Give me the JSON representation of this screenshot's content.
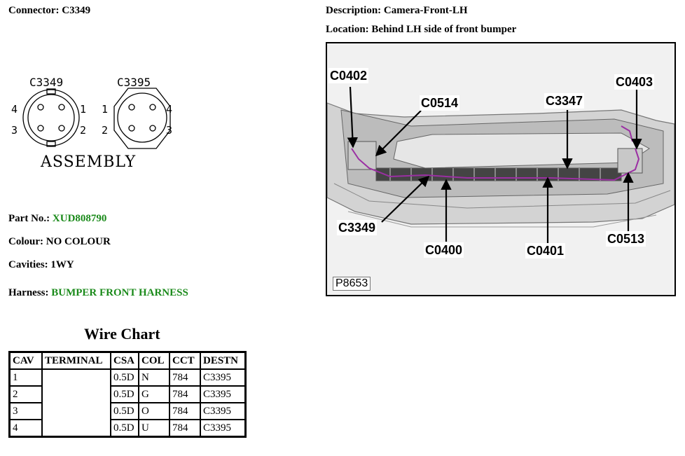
{
  "header": {
    "connector_label": "Connector:",
    "connector_value": "C3349",
    "description_label": "Description:",
    "description_value": "Camera-Front-LH",
    "location_label": "Location:",
    "location_value": "Behind LH side of front bumper"
  },
  "diagram": {
    "left_connector": "C3349",
    "right_connector": "C3395",
    "left_pins": [
      "4",
      "1",
      "3",
      "2"
    ],
    "right_pins": [
      "1",
      "4",
      "2",
      "3"
    ],
    "assembly_text": "ASSEMBLY"
  },
  "details": {
    "part_no_label": "Part No.:",
    "part_no_value": "XUD808790",
    "colour_label": "Colour:",
    "colour_value": "NO COLOUR",
    "cavities_label": "Cavities:",
    "cavities_value": "1WY",
    "harness_label": "Harness:",
    "harness_value": "BUMPER FRONT HARNESS"
  },
  "wire_chart": {
    "title": "Wire Chart",
    "headers": [
      "CAV",
      "TERMINAL",
      "CSA",
      "COL",
      "CCT",
      "DESTN"
    ],
    "rows": [
      {
        "cav": "1",
        "csa": "0.5D",
        "col": "N",
        "cct": "784",
        "destn": "C3395"
      },
      {
        "cav": "2",
        "csa": "0.5D",
        "col": "G",
        "cct": "784",
        "destn": "C3395"
      },
      {
        "cav": "3",
        "csa": "0.5D",
        "col": "O",
        "cct": "784",
        "destn": "C3395"
      },
      {
        "cav": "4",
        "csa": "0.5D",
        "col": "U",
        "cct": "784",
        "destn": "C3395"
      }
    ]
  },
  "location_image": {
    "callouts": {
      "c0402": "C0402",
      "c0514": "C0514",
      "c3347": "C3347",
      "c0403": "C0403",
      "c3349": "C3349",
      "c0400": "C0400",
      "c0401": "C0401",
      "c0513": "C0513"
    },
    "picture_code": "P8653"
  },
  "colors": {
    "green_value": "#1a8a1a",
    "harness_wire": "#9b2fa3"
  }
}
